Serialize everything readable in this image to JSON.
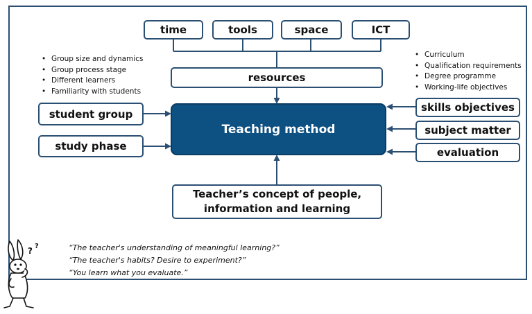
{
  "resource_items": [
    {
      "id": "time",
      "label": "time"
    },
    {
      "id": "tools",
      "label": "tools"
    },
    {
      "id": "space",
      "label": "space"
    },
    {
      "id": "ict",
      "label": "ICT"
    }
  ],
  "resources_label": "resources",
  "center_label": "Teaching method",
  "left_inputs": [
    {
      "id": "student-group",
      "label": "student group"
    },
    {
      "id": "study-phase",
      "label": "study phase"
    }
  ],
  "right_inputs": [
    {
      "id": "skills-objectives",
      "label": "skills objectives"
    },
    {
      "id": "subject-matter",
      "label": "subject matter"
    },
    {
      "id": "evaluation",
      "label": "evaluation"
    }
  ],
  "bottom_label": {
    "line1": "Teacher’s concept of people,",
    "line2": "information and learning"
  },
  "left_bullets": [
    "Group size and dynamics",
    "Group process stage",
    "Different learners",
    "Familiarity with students"
  ],
  "right_bullets": [
    "Curriculum",
    "Qualification requirements",
    "Degree programme",
    "Working-life objectives"
  ],
  "quotes": [
    "“The teacher's understanding of meaningful learning?”",
    "“The teacher's habits? Desire to experiment?”",
    "“You learn what you evaluate.”"
  ],
  "colors": {
    "border": "#2b4f73",
    "main_fill": "#0d5082",
    "arrow": "#2b4f73"
  }
}
